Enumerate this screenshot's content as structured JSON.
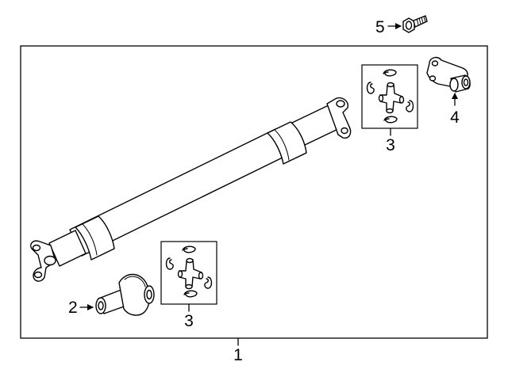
{
  "callouts": {
    "shaft_assembly": "1",
    "yoke": "2",
    "ujoint_kit_lower": "3",
    "ujoint_kit_upper": "3",
    "center_bearing": "4",
    "bolt": "5"
  }
}
